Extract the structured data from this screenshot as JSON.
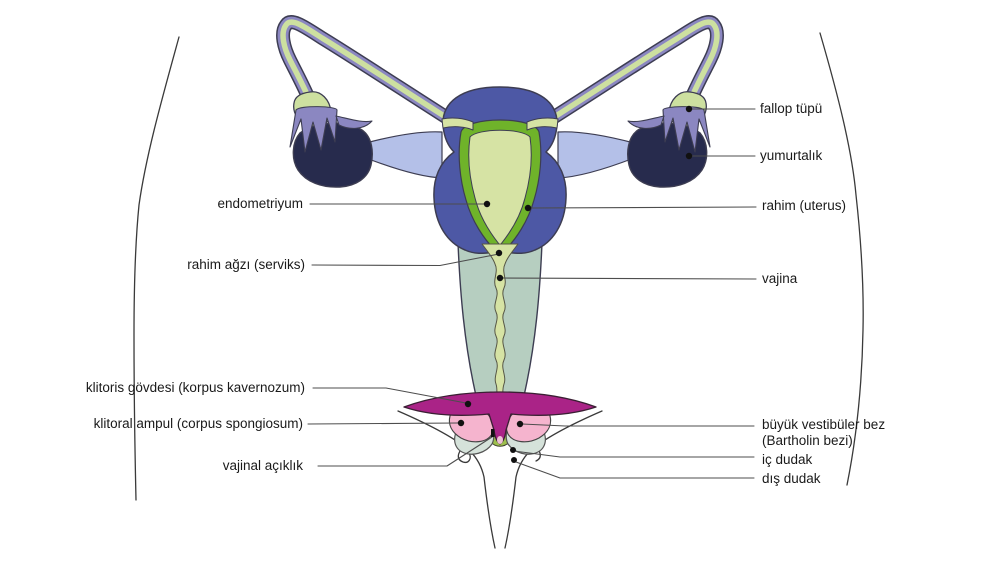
{
  "diagram": {
    "language": "tr",
    "labels_left": [
      {
        "text": "endometriyum"
      },
      {
        "text": "rahim ağzı (serviks)"
      },
      {
        "text": "klitoris gövdesi (korpus kavernozum)"
      },
      {
        "text": "klitoral ampul (corpus spongiosum)"
      },
      {
        "text": "vajinal açıklık"
      }
    ],
    "labels_right": [
      {
        "text": "fallop tüpü"
      },
      {
        "text": "yumurtalık"
      },
      {
        "text": "rahim (uterus)"
      },
      {
        "text": "vajina"
      },
      {
        "text": "büyük vestibüler bez",
        "text2": "(Bartholin bezi)"
      },
      {
        "text": "iç dudak"
      },
      {
        "text": "dış dudak"
      }
    ]
  },
  "colors": {
    "bg": "#ffffff",
    "label": "#1a1a1a",
    "leader": "#4d4d4d",
    "outline": "#3d3d52",
    "tubeOuter": "#8b87c1",
    "tubeInner": "#cde0a0",
    "ovary": "#272b4d",
    "ligament": "#b4c0e8",
    "uterus": "#4d58a5",
    "endometrium": "#6fb32a",
    "cavity": "#d6e3a4",
    "vagina": "#b6cec0",
    "canal": "#d6e3a4",
    "magenta": "#aa2387",
    "bulbPink": "#f5b4ce",
    "vestibule": "#d5e2da",
    "vulvaGreen": "#9dbf4d",
    "tipPink": "#eec2d6",
    "marker": "#111111"
  }
}
